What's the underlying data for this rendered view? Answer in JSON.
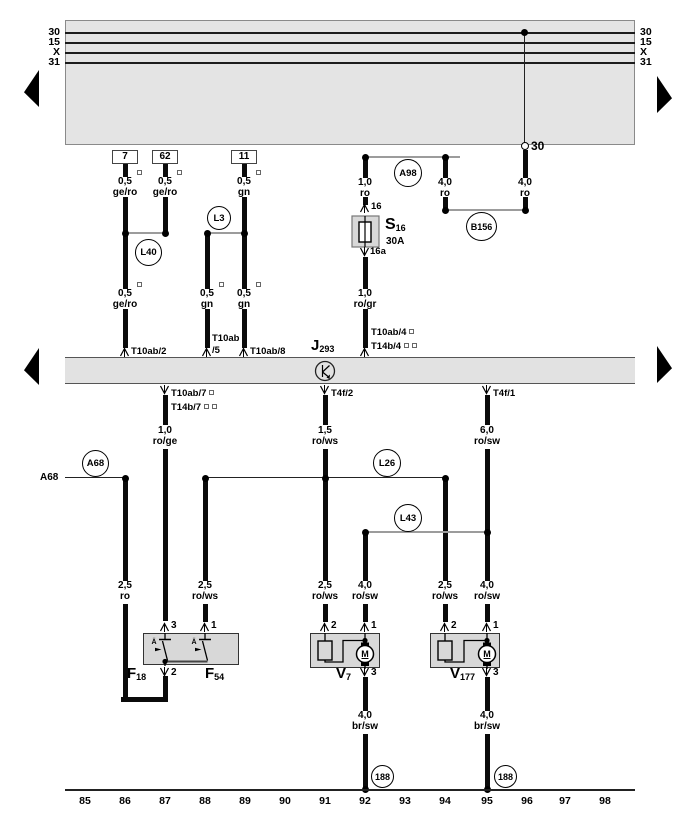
{
  "rails_left": [
    "30",
    "15",
    "X",
    "31"
  ],
  "rails_right": [
    "30",
    "15",
    "X",
    "31"
  ],
  "battery_terminal_label": "30",
  "connector_pins": {
    "p7": "7",
    "p62": "62",
    "p11": "11"
  },
  "wires": {
    "c86_top": {
      "size": "0,5",
      "color": "ge/ro"
    },
    "c87_top": {
      "size": "0,5",
      "color": "ge/ro"
    },
    "c89_top": {
      "size": "0,5",
      "color": "gn"
    },
    "c86_low": {
      "size": "0,5",
      "color": "ge/ro"
    },
    "c88_low": {
      "size": "0,5",
      "color": "gn"
    },
    "c89_low": {
      "size": "0,5",
      "color": "gn"
    },
    "c92_top": {
      "size": "1,0",
      "color": "ro"
    },
    "c94_top": {
      "size": "4,0",
      "color": "ro"
    },
    "c96_top": {
      "size": "4,0",
      "color": "ro"
    },
    "c92_mid": {
      "size": "1,0",
      "color": "ro/gr"
    },
    "c87_mid": {
      "size": "1,0",
      "color": "ro/ge"
    },
    "c91_mid": {
      "size": "1,5",
      "color": "ro/ws"
    },
    "c95_mid": {
      "size": "6,0",
      "color": "ro/sw"
    },
    "c86_low2": {
      "size": "2,5",
      "color": "ro"
    },
    "c88_low2": {
      "size": "2,5",
      "color": "ro/ws"
    },
    "c91_low": {
      "size": "2,5",
      "color": "ro/ws"
    },
    "c92_low": {
      "size": "4,0",
      "color": "ro/sw"
    },
    "c94_low": {
      "size": "2,5",
      "color": "ro/ws"
    },
    "c95_low": {
      "size": "4,0",
      "color": "ro/sw"
    },
    "c92_gnd": {
      "size": "4,0",
      "color": "br/sw"
    },
    "c95_gnd": {
      "size": "4,0",
      "color": "br/sw"
    }
  },
  "terminals": {
    "t10ab2": "T10ab/2",
    "t10ab5_1": "T10ab",
    "t10ab5_2": "/5",
    "t10ab8": "T10ab/8",
    "t10ab4": "T10ab/4",
    "t14b4": "T14b/4",
    "t10ab7": "T10ab/7",
    "t14b7": "T14b/7",
    "t4f2": "T4f/2",
    "t4f1": "T4f/1",
    "fuse_in": "16",
    "fuse_out": "16a"
  },
  "pins": {
    "f_3": "3",
    "f_1": "1",
    "f_2": "2",
    "v7_2": "2",
    "v7_1": "1",
    "v7_3": "3",
    "v177_2": "2",
    "v177_1": "1",
    "v177_3": "3"
  },
  "components": {
    "j293": {
      "main": "J",
      "sub": "293"
    },
    "s16": {
      "main": "S",
      "sub": "16",
      "rating": "30A"
    },
    "f18": {
      "main": "F",
      "sub": "18"
    },
    "f54": {
      "main": "F",
      "sub": "54"
    },
    "v7": {
      "main": "V",
      "sub": "7"
    },
    "v177": {
      "main": "V",
      "sub": "177"
    },
    "motor": "M",
    "thermo": "Ä"
  },
  "rings": {
    "l40": "L40",
    "l3": "L3",
    "a98": "A98",
    "b156": "B156",
    "l26": "L26",
    "l43": "L43",
    "a68": "A68",
    "g188_left": "188",
    "g188_right": "188"
  },
  "labels": {
    "a68_wire": "A68"
  },
  "scale": [
    "85",
    "86",
    "87",
    "88",
    "89",
    "90",
    "91",
    "92",
    "93",
    "94",
    "95",
    "96",
    "97",
    "98"
  ],
  "colors": {
    "wire": "#0b0b0b",
    "panel": "#e4e4e4",
    "gray_link": "#9c9c9c",
    "box_fill": "#d8d8d8"
  }
}
